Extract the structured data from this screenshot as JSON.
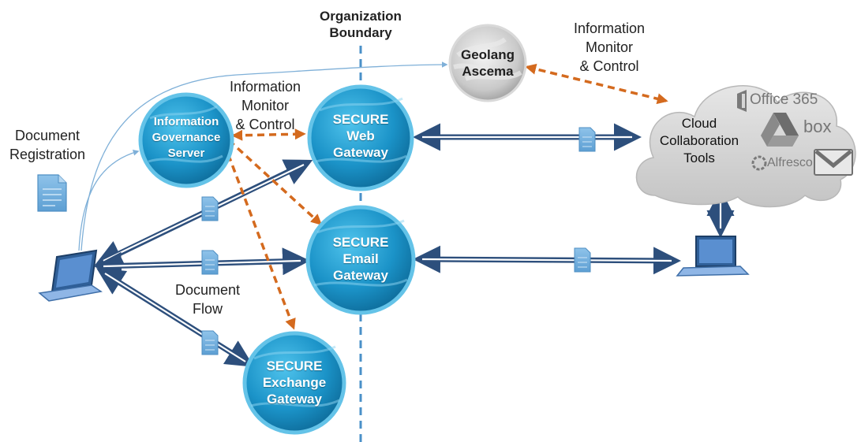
{
  "boundary": {
    "title_line1": "Organization",
    "title_line2": "Boundary"
  },
  "labels": {
    "doc_reg_line1": "Document",
    "doc_reg_line2": "Registration",
    "imc_left_line1": "Information",
    "imc_left_line2": "Monitor",
    "imc_left_line3": "& Control",
    "imc_right_line1": "Information",
    "imc_right_line2": "Monitor",
    "imc_right_line3": "& Control",
    "doc_flow_line1": "Document",
    "doc_flow_line2": "Flow"
  },
  "nodes": {
    "igs": {
      "line1": "Information",
      "line2": "Governance",
      "line3": "Server"
    },
    "web": {
      "line1": "SECURE",
      "line2": "Web",
      "line3": "Gateway"
    },
    "email": {
      "line1": "SECURE",
      "line2": "Email",
      "line3": "Gateway"
    },
    "exchange": {
      "line1": "SECURE",
      "line2": "Exchange",
      "line3": "Gateway"
    },
    "geolang": {
      "line1": "Geolang",
      "line2": "Ascema"
    }
  },
  "cloud": {
    "line1": "Cloud",
    "line2": "Collaboration",
    "line3": "Tools",
    "office_label": "Office 365",
    "box_label": "box",
    "alfresco_label": "Alfresco"
  },
  "colors": {
    "node_blue": "#1a8fc4",
    "arrow_navy": "#2d4f7c",
    "control_orange": "#d46a1e",
    "boundary_blue": "#4a90c8",
    "cloud_gray": "#cfcfcf"
  }
}
